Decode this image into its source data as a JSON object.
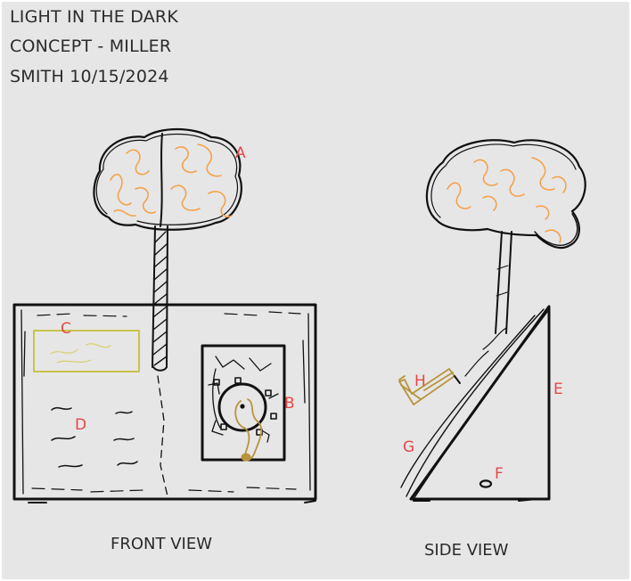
{
  "header": {
    "line1": "LIGHT IN THE DARK",
    "line2": "CONCEPT - MILLER",
    "line3": "SMITH 10/15/2024"
  },
  "views": {
    "front": "FRONT VIEW",
    "side": "SIDE VIEW"
  },
  "labels": {
    "a": "A",
    "b": "B",
    "c": "C",
    "d": "D",
    "e": "E",
    "f": "F",
    "g": "G",
    "h": "H"
  },
  "colors": {
    "background": "#e6e6e6",
    "ink": "#111111",
    "brain_veins": "#f4a24a",
    "label_red": "#e54848",
    "panel_yellow": "#c9c24a",
    "brass": "#b8943a"
  }
}
